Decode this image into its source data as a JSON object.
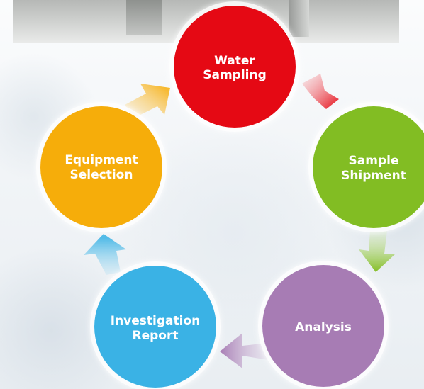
{
  "nodes": [
    {
      "id": "water-sampling",
      "lines": [
        "Water",
        "Sampling"
      ],
      "color": "#e50914"
    },
    {
      "id": "sample-shipment",
      "lines": [
        "Sample",
        "Shipment"
      ],
      "color": "#82bd23"
    },
    {
      "id": "analysis",
      "lines": [
        "Analysis"
      ],
      "color": "#a77cb4"
    },
    {
      "id": "investigation-report",
      "lines": [
        "Investigation",
        "Report"
      ],
      "color": "#3ab2e5"
    },
    {
      "id": "equipment-selection",
      "lines": [
        "Equipment",
        "Selection"
      ],
      "color": "#f6ad0a"
    }
  ],
  "cycle_direction": "clockwise"
}
